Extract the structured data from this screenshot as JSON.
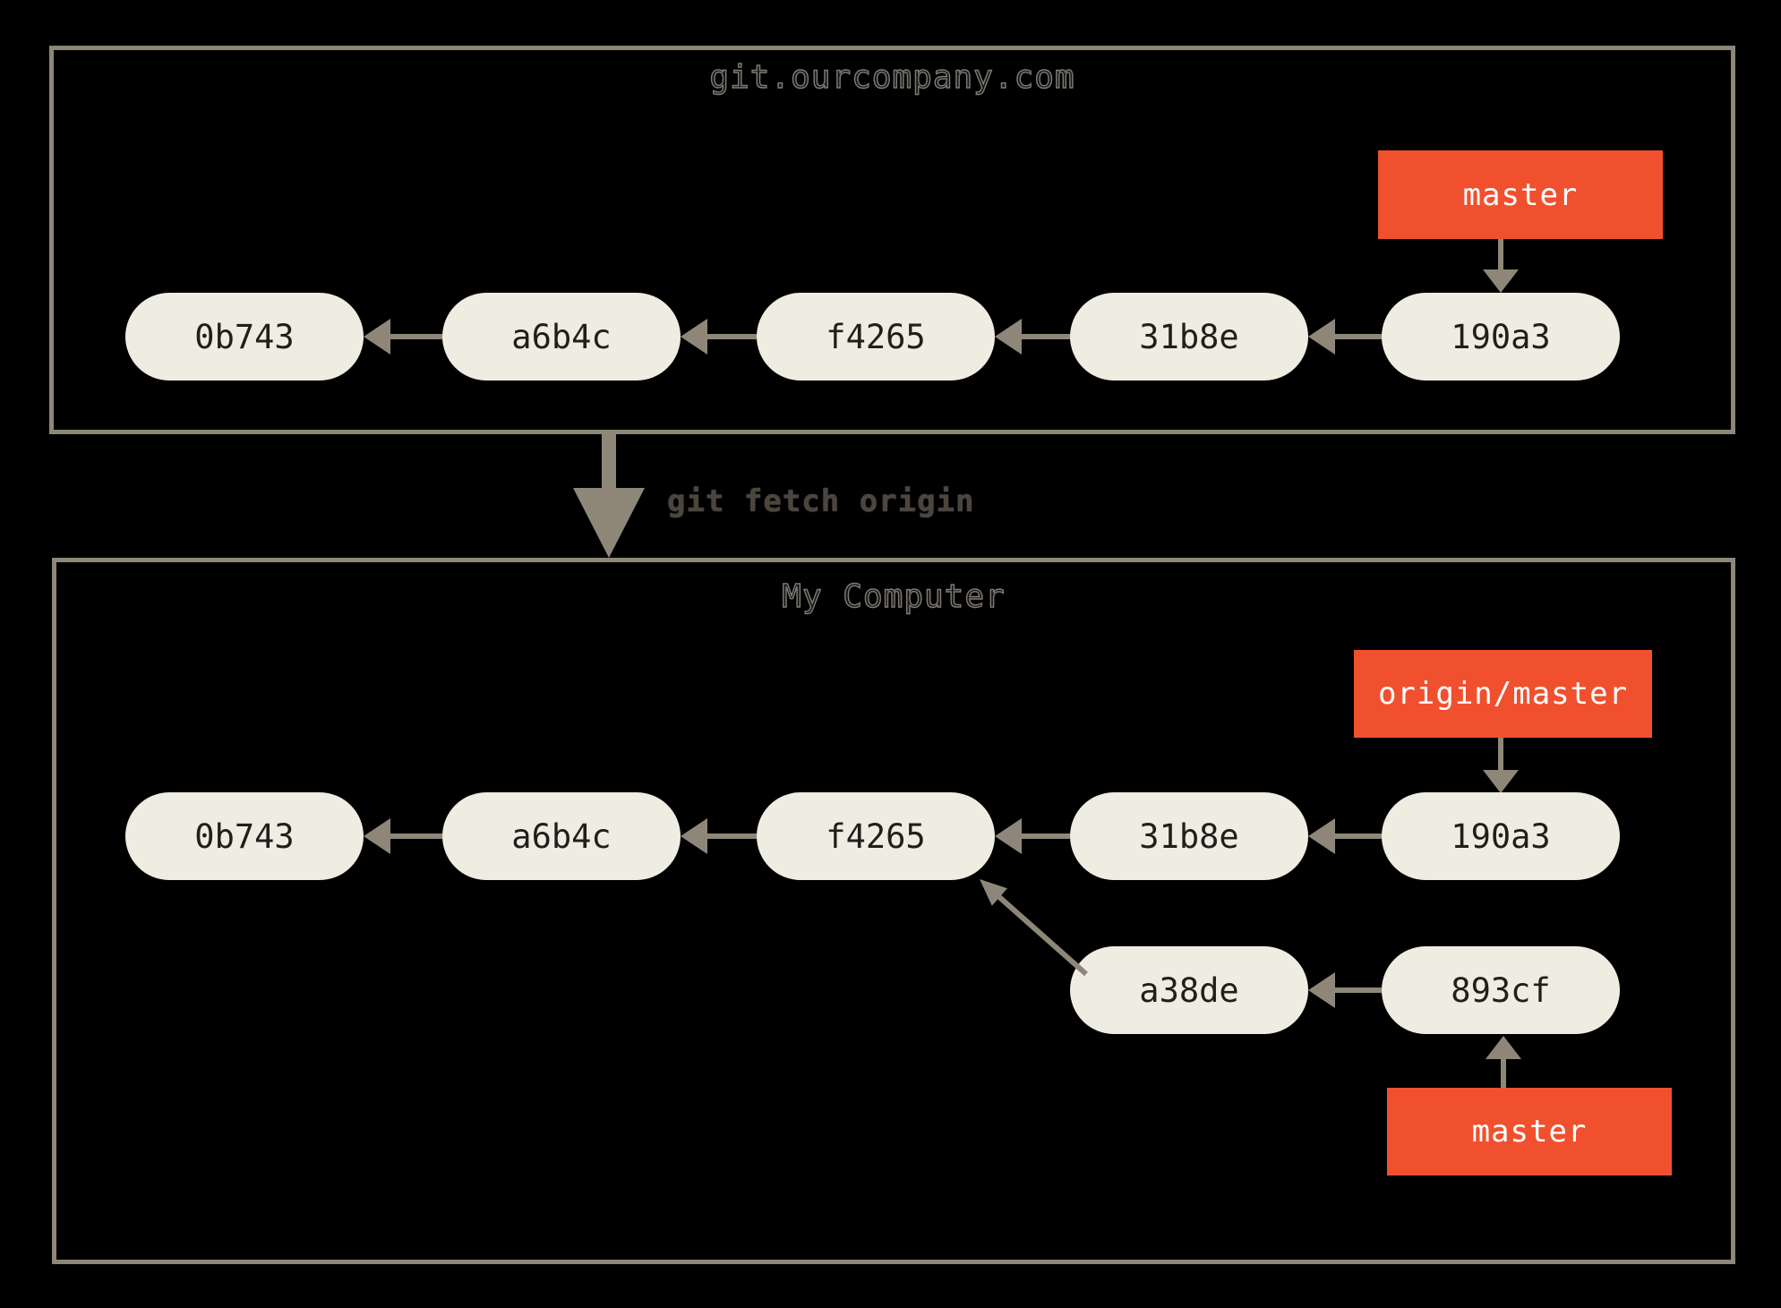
{
  "colors": {
    "background": "#000000",
    "box_border": "#8e8779",
    "node_fill": "#efede2",
    "node_text": "#201f1b",
    "branch_fill": "#f1502f",
    "branch_text": "#ffffff",
    "arrow": "#8e8779",
    "title_fill": "#17171a",
    "title_outline": "#807c74",
    "command_text": "#4c453e"
  },
  "remote": {
    "title": "git.ourcompany.com",
    "branch": "master",
    "commits": [
      "0b743",
      "a6b4c",
      "f4265",
      "31b8e",
      "190a3"
    ]
  },
  "transfer": {
    "command": "git fetch origin"
  },
  "local": {
    "title": "My Computer",
    "remote_branch": "origin/master",
    "branch": "master",
    "commits": [
      "0b743",
      "a6b4c",
      "f4265",
      "31b8e",
      "190a3"
    ],
    "branch_commits": [
      "a38de",
      "893cf"
    ]
  }
}
